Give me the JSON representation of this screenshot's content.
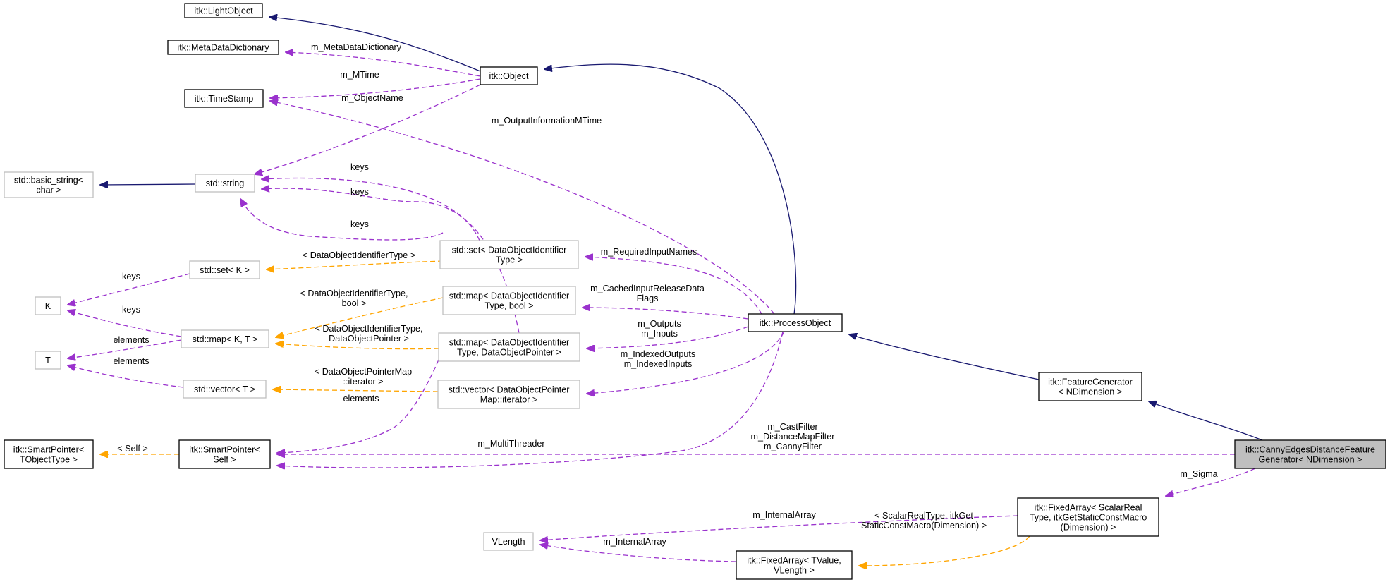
{
  "colors": {
    "inheritance": "#191970",
    "member": "#9a32cd",
    "template": "#ffa500",
    "documented_border": "#000000",
    "undocumented_border": "#bfbfbf",
    "focus_fill": "#bfbfbf",
    "node_fill": "#ffffff"
  },
  "nodes": [
    {
      "id": "lightobject",
      "lines": [
        "itk::LightObject"
      ],
      "kind": "documented"
    },
    {
      "id": "metadatadictionary",
      "lines": [
        "itk::MetaDataDictionary"
      ],
      "kind": "documented"
    },
    {
      "id": "object",
      "lines": [
        "itk::Object"
      ],
      "kind": "documented"
    },
    {
      "id": "timestamp",
      "lines": [
        "itk::TimeStamp"
      ],
      "kind": "documented"
    },
    {
      "id": "basic_string",
      "lines": [
        "std::basic_string<",
        "char >"
      ],
      "kind": "undocumented"
    },
    {
      "id": "string",
      "lines": [
        "std::string"
      ],
      "kind": "undocumented"
    },
    {
      "id": "set_doit",
      "lines": [
        "std::set< DataObjectIdentifier",
        "Type >"
      ],
      "kind": "undocumented"
    },
    {
      "id": "set_k",
      "lines": [
        "std::set< K >"
      ],
      "kind": "undocumented"
    },
    {
      "id": "k",
      "lines": [
        "K"
      ],
      "kind": "undocumented"
    },
    {
      "id": "map_doit_bool",
      "lines": [
        "std::map< DataObjectIdentifier",
        "Type, bool >"
      ],
      "kind": "undocumented"
    },
    {
      "id": "processobject",
      "lines": [
        "itk::ProcessObject"
      ],
      "kind": "documented"
    },
    {
      "id": "map_kt",
      "lines": [
        "std::map< K, T >"
      ],
      "kind": "undocumented"
    },
    {
      "id": "map_doit_dop",
      "lines": [
        "std::map< DataObjectIdentifier",
        "Type, DataObjectPointer >"
      ],
      "kind": "undocumented"
    },
    {
      "id": "t",
      "lines": [
        "T"
      ],
      "kind": "undocumented"
    },
    {
      "id": "featuregenerator",
      "lines": [
        "itk::FeatureGenerator",
        "< NDimension >"
      ],
      "kind": "documented"
    },
    {
      "id": "vector_t",
      "lines": [
        "std::vector< T >"
      ],
      "kind": "undocumented"
    },
    {
      "id": "vector_dopm",
      "lines": [
        "std::vector< DataObjectPointer",
        "Map::iterator >"
      ],
      "kind": "undocumented"
    },
    {
      "id": "smartpointer_tobj",
      "lines": [
        "itk::SmartPointer<",
        "TObjectType >"
      ],
      "kind": "documented"
    },
    {
      "id": "smartpointer_self",
      "lines": [
        "itk::SmartPointer<",
        "Self >"
      ],
      "kind": "documented"
    },
    {
      "id": "canny",
      "lines": [
        "itk::CannyEdgesDistanceFeature",
        "Generator< NDimension >"
      ],
      "kind": "focus"
    },
    {
      "id": "fixedarray_scalar",
      "lines": [
        "itk::FixedArray< ScalarReal",
        "Type, itkGetStaticConstMacro",
        "(Dimension) >"
      ],
      "kind": "documented"
    },
    {
      "id": "vlength",
      "lines": [
        "VLength"
      ],
      "kind": "undocumented"
    },
    {
      "id": "fixedarray_tvalue",
      "lines": [
        "itk::FixedArray< TValue,",
        "VLength >"
      ],
      "kind": "documented"
    }
  ],
  "edges": [
    {
      "id": "e1",
      "type": "inheritance",
      "from": "object",
      "to": "lightobject",
      "lines": []
    },
    {
      "id": "e2",
      "type": "member",
      "from": "object",
      "to": "metadatadictionary",
      "lines": [
        "m_MetaDataDictionary"
      ]
    },
    {
      "id": "e3",
      "type": "member",
      "from": "object",
      "to": "timestamp",
      "lines": [
        "m_MTime"
      ]
    },
    {
      "id": "e4",
      "type": "member",
      "from": "object",
      "to": "string",
      "lines": [
        "m_ObjectName"
      ]
    },
    {
      "id": "e5",
      "type": "inheritance",
      "from": "processobject",
      "to": "object",
      "lines": []
    },
    {
      "id": "e6",
      "type": "member",
      "from": "processobject",
      "to": "timestamp",
      "lines": [
        "m_OutputInformationMTime"
      ]
    },
    {
      "id": "e7",
      "type": "inheritance",
      "from": "string",
      "to": "basic_string",
      "lines": []
    },
    {
      "id": "e8",
      "type": "member",
      "from": "set_doit",
      "to": "string",
      "lines": [
        "keys"
      ]
    },
    {
      "id": "e9",
      "type": "member",
      "from": "map_doit_dop",
      "to": "string",
      "lines": [
        "keys"
      ]
    },
    {
      "id": "e10",
      "type": "member",
      "from": "map_doit_bool",
      "to": "string",
      "lines": [
        "keys"
      ]
    },
    {
      "id": "e11",
      "type": "template",
      "from": "set_doit",
      "to": "set_k",
      "lines": [
        "< DataObjectIdentifierType >"
      ]
    },
    {
      "id": "e12",
      "type": "member",
      "from": "set_k",
      "to": "k",
      "lines": [
        "keys"
      ]
    },
    {
      "id": "e13",
      "type": "member",
      "from": "map_kt",
      "to": "k",
      "lines": [
        "keys"
      ]
    },
    {
      "id": "e14",
      "type": "template",
      "from": "map_doit_bool",
      "to": "map_kt",
      "lines": [
        "< DataObjectIdentifierType,",
        "bool >"
      ]
    },
    {
      "id": "e15",
      "type": "template",
      "from": "map_doit_dop",
      "to": "map_kt",
      "lines": [
        "< DataObjectIdentifierType,",
        "DataObjectPointer >"
      ]
    },
    {
      "id": "e16",
      "type": "member",
      "from": "map_kt",
      "to": "t",
      "lines": [
        "elements"
      ]
    },
    {
      "id": "e17",
      "type": "member",
      "from": "vector_t",
      "to": "t",
      "lines": [
        "elements"
      ]
    },
    {
      "id": "e18",
      "type": "template",
      "from": "vector_dopm",
      "to": "vector_t",
      "lines": [
        "< DataObjectPointerMap",
        "::iterator >"
      ]
    },
    {
      "id": "e19",
      "type": "member",
      "from": "processobject",
      "to": "set_doit",
      "lines": [
        "m_RequiredInputNames"
      ]
    },
    {
      "id": "e20",
      "type": "member",
      "from": "processobject",
      "to": "map_doit_bool",
      "lines": [
        "m_CachedInputReleaseData",
        "Flags"
      ]
    },
    {
      "id": "e21",
      "type": "member",
      "from": "processobject",
      "to": "map_doit_dop",
      "lines": [
        "m_Outputs",
        "m_Inputs"
      ]
    },
    {
      "id": "e22",
      "type": "member",
      "from": "processobject",
      "to": "vector_dopm",
      "lines": [
        "m_IndexedOutputs",
        "m_IndexedInputs"
      ]
    },
    {
      "id": "e23",
      "type": "inheritance",
      "from": "featuregenerator",
      "to": "processobject",
      "lines": []
    },
    {
      "id": "e24",
      "type": "inheritance",
      "from": "canny",
      "to": "featuregenerator",
      "lines": []
    },
    {
      "id": "e25",
      "type": "template",
      "from": "smartpointer_self",
      "to": "smartpointer_tobj",
      "lines": [
        "< Self >"
      ]
    },
    {
      "id": "e26",
      "type": "member",
      "from": "map_doit_dop",
      "to": "smartpointer_self",
      "lines": [
        "elements"
      ]
    },
    {
      "id": "e27",
      "type": "member",
      "from": "processobject",
      "to": "smartpointer_self",
      "lines": [
        "m_MultiThreader"
      ]
    },
    {
      "id": "e28",
      "type": "member",
      "from": "canny",
      "to": "smartpointer_self",
      "lines": [
        "m_CastFilter",
        "m_DistanceMapFilter",
        "m_CannyFilter"
      ]
    },
    {
      "id": "e29",
      "type": "member",
      "from": "canny",
      "to": "fixedarray_scalar",
      "lines": [
        "m_Sigma"
      ]
    },
    {
      "id": "e30",
      "type": "member",
      "from": "fixedarray_scalar",
      "to": "vlength",
      "lines": [
        "m_InternalArray"
      ]
    },
    {
      "id": "e31",
      "type": "member",
      "from": "fixedarray_tvalue",
      "to": "vlength",
      "lines": [
        "m_InternalArray"
      ]
    },
    {
      "id": "e32",
      "type": "template",
      "from": "fixedarray_scalar",
      "to": "fixedarray_tvalue",
      "lines": [
        "< ScalarRealType, itkGet",
        "StaticConstMacro(Dimension) >"
      ]
    }
  ]
}
